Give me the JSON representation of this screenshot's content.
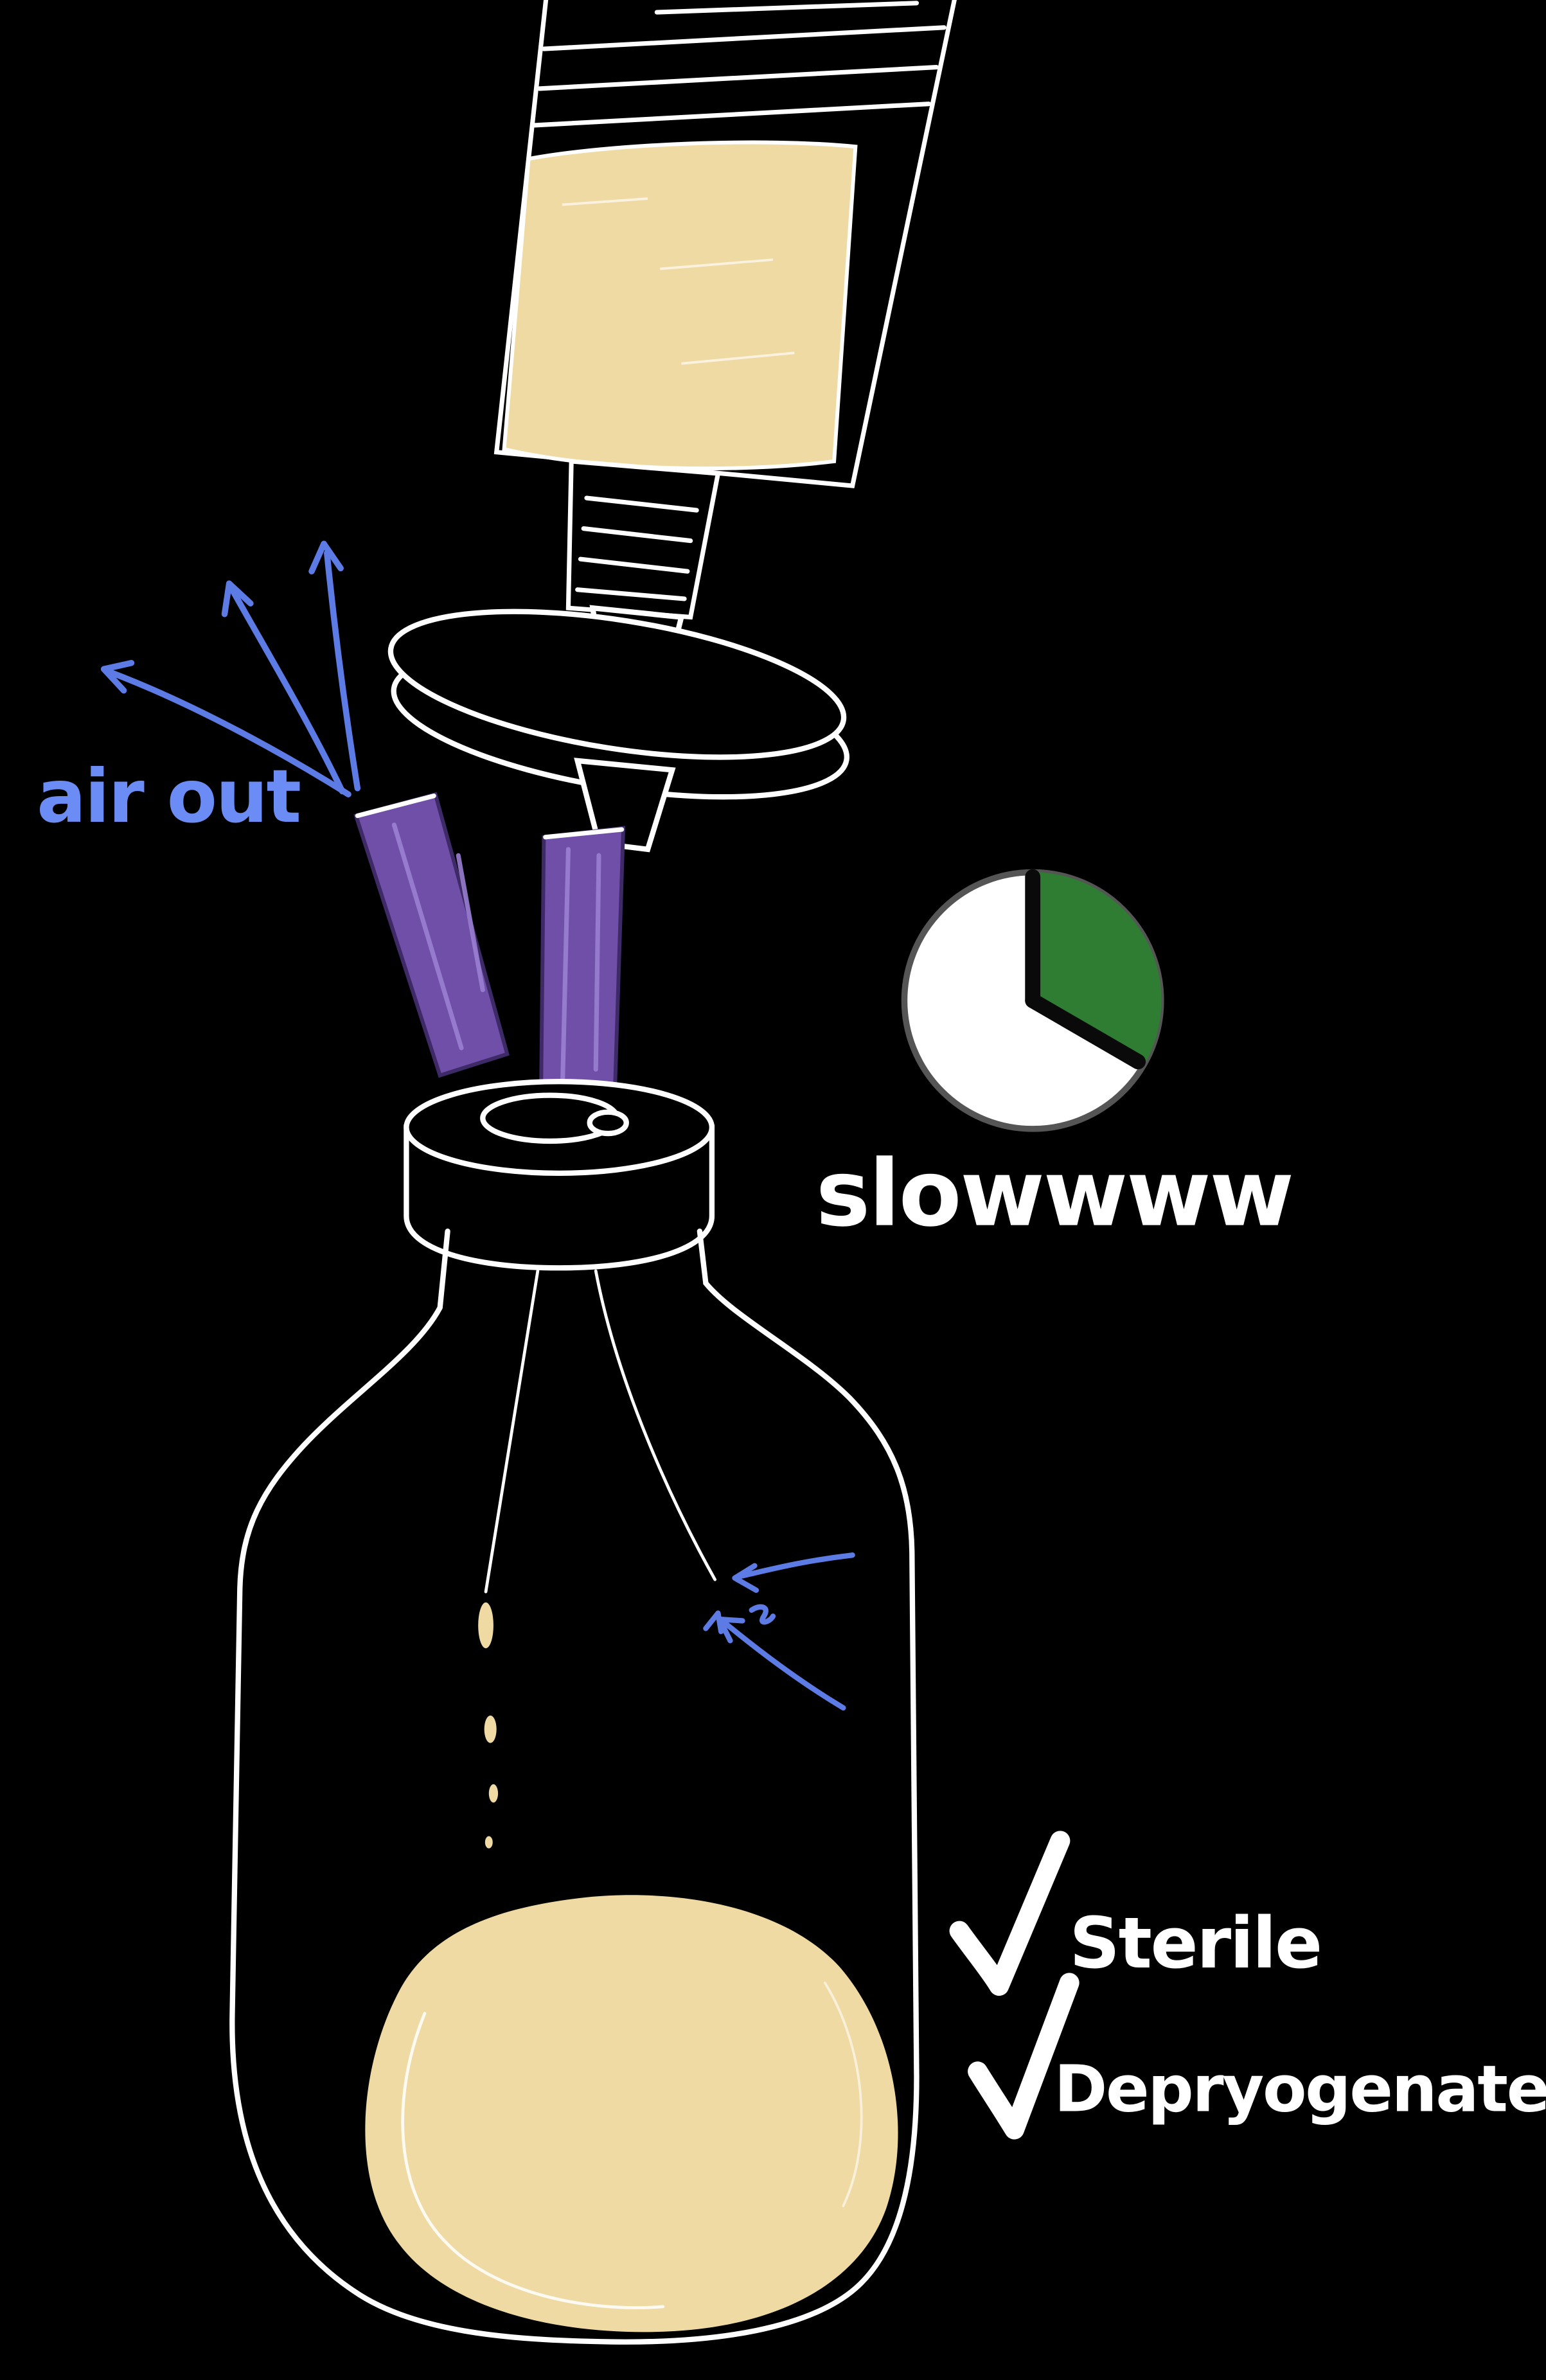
{
  "title": "Hand-drawn diagram: slow sterile filtration from syringe through filter into depyrogenated bottle",
  "labels": {
    "air_out": "air out",
    "slow": "slowwww",
    "check_sterile": "Sterile",
    "check_depyro": "Depryogenated"
  },
  "icons": {
    "clock": "clock-icon",
    "checkmark": "checkmark-icon",
    "arrow": "arrow-icon"
  },
  "colors": {
    "background": "#000000",
    "outline_white": "#ffffff",
    "liquid": "#efdaa4",
    "needle_purple": "#6f4fa8",
    "needle_purple_light": "#9a7fd2",
    "arrow_blue": "#5d7be4",
    "label_blue": "#6c8cf5",
    "clock_face": "#ffffff",
    "clock_rim": "#555555",
    "clock_green": "#2e7d32",
    "clock_hands": "#0a0a0a",
    "text_white": "#ffffff"
  }
}
